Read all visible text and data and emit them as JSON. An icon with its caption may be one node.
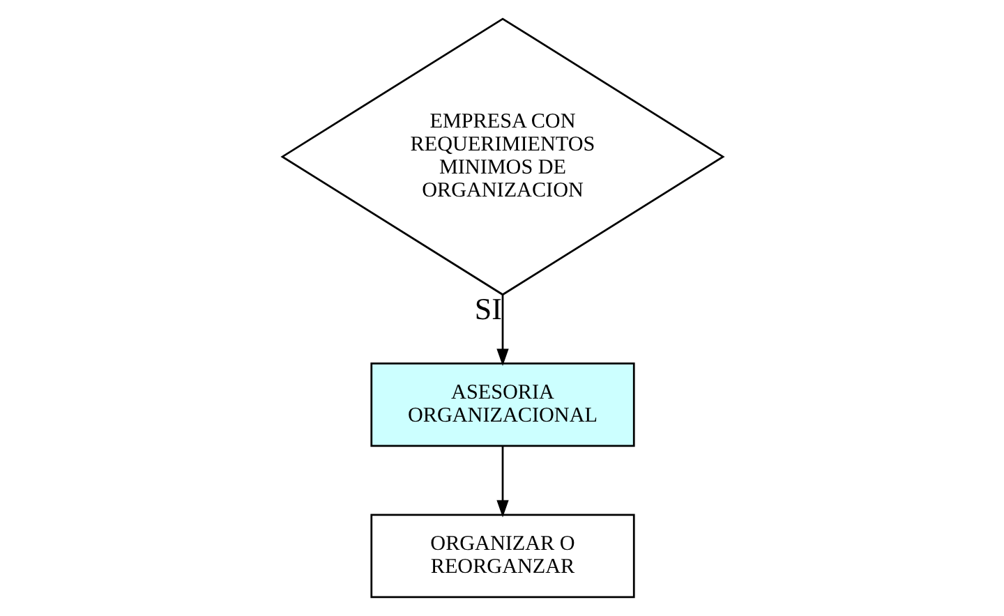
{
  "diagram": {
    "nodes": [
      {
        "text": [
          "EMPRESA CON REQUERIMIENTOS MINIMOS DE ORGANIZACION"
        ]
      },
      {
        "text": [
          "ASESORIA ORGANIZACIONAL"
        ]
      },
      {
        "text": [
          "ORGANIZAR O REORGANZAR"
        ]
      }
    ],
    "edges": [
      {
        "from": 0,
        "to": 1,
        "arrow": "to",
        "label": "SI"
      },
      {
        "from": 1,
        "to": 2,
        "arrow": "to"
      }
    ]
  }
}
